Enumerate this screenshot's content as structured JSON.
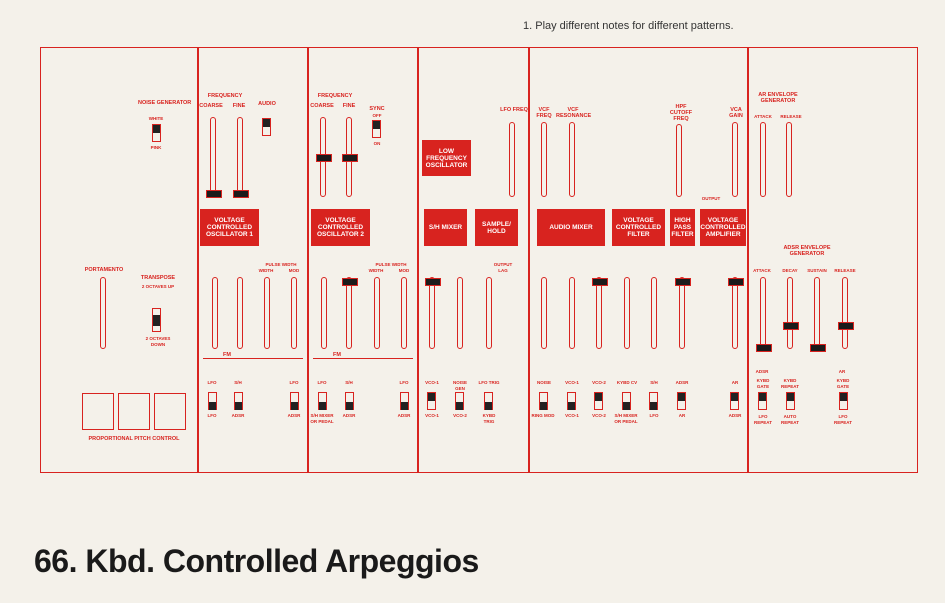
{
  "note": "1. Play different notes for different patterns.",
  "title": "66. Kbd. Controlled Arpeggios",
  "accent_color": "#d8231f",
  "modules": {
    "noise_gen": {
      "label": "NOISE GENERATOR",
      "white": "WHITE",
      "pink": "PINK"
    },
    "portamento": "PORTAMENTO",
    "transpose": {
      "label": "TRANSPOSE",
      "up": "2 OCTAVES UP",
      "down": "2 OCTAVES DOWN"
    },
    "ppc": "PROPORTIONAL PITCH CONTROL",
    "vco1": {
      "label": "VOLTAGE CONTROLLED OSCILLATOR 1",
      "frequency": "FREQUENCY",
      "coarse": "COARSE",
      "fine": "FINE",
      "audio": "AUDIO",
      "pulse_width": "PULSE WIDTH",
      "width": "WIDTH",
      "mod": "MOD"
    },
    "vco2": {
      "label": "VOLTAGE CONTROLLED OSCILLATOR 2",
      "frequency": "FREQUENCY",
      "coarse": "COARSE",
      "fine": "FINE",
      "sync": "SYNC",
      "off": "OFF",
      "on": "ON",
      "pulse_width": "PULSE WIDTH",
      "width": "WIDTH",
      "mod": "MOD"
    },
    "lfo": {
      "label": "LOW FREQUENCY OSCILLATOR",
      "freq": "LFO FREQ"
    },
    "sh_mixer": "S/H MIXER",
    "sample_hold": "SAMPLE/ HOLD",
    "audio_mixer": "AUDIO MIXER",
    "vcf": {
      "label": "VOLTAGE CONTROLLED FILTER",
      "freq": "VCF FREQ",
      "res": "VCF RESONANCE"
    },
    "hpf": {
      "label": "HIGH PASS FILTER",
      "cutoff": "HPF CUTOFF FREQ"
    },
    "vca": {
      "label": "VOLTAGE CONTROLLED AMPLIFIER",
      "gain": "VCA GAIN",
      "output": "OUTPUT"
    },
    "ar": {
      "label": "AR ENVELOPE GENERATOR",
      "attack": "ATTACK",
      "release": "RELEASE"
    },
    "adsr": {
      "label": "ADSR ENVELOPE GENERATOR",
      "attack": "ATTACK",
      "decay": "DECAY",
      "sustain": "SUSTAIN",
      "release": "RELEASE"
    },
    "fm": "FM",
    "output_lag": "OUTPUT LAG"
  },
  "switch_labels": {
    "lfo": "LFO",
    "sh": "S/H",
    "adsr": "ADSR",
    "vco1": "VCO-1",
    "vco2": "VCO-2",
    "noise": "NOISE",
    "noise_gen": "NOISE GEN",
    "lfo_trig": "LFO TRIG",
    "kybd_trig": "KYBD TRIG",
    "ring_mod": "RING MOD",
    "kybd_cv": "KYBD CV",
    "ar": "AR",
    "kybd_gate": "KYBD GATE",
    "kybd_repeat": "KYBD REPEAT",
    "lfo_repeat": "LFO REPEAT",
    "auto_repeat": "AUTO REPEAT",
    "mixer_pedal": "S/H MIXER OR PEDAL"
  }
}
